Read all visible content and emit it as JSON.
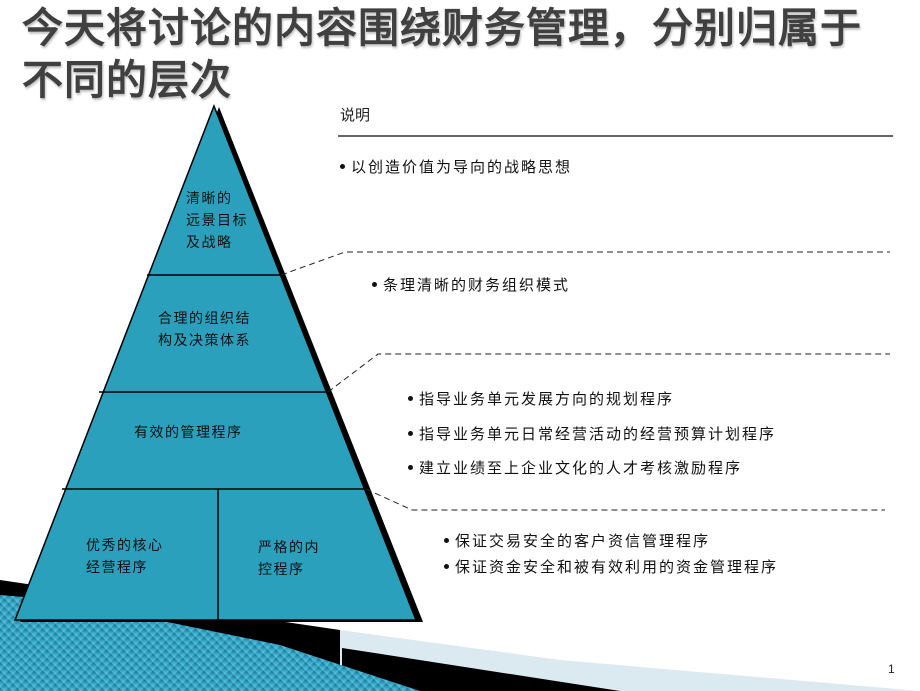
{
  "title": "今天将讨论的内容围绕财务管理，分别归属于不同的层次",
  "description_header": "说明",
  "colors": {
    "pyramid_fill": "#2aa0bd",
    "pyramid_stroke": "#000000",
    "title_text": "#404040",
    "deco_dark": "#0e6d86",
    "deco_light": "#dbe9f1"
  },
  "pyramid": {
    "levels": [
      {
        "id": "vision",
        "label_lines": [
          "清晰的",
          "远景目标",
          "及战略"
        ]
      },
      {
        "id": "organization",
        "label_lines": [
          "合理的组织结",
          "构及决策体系"
        ]
      },
      {
        "id": "management",
        "label_lines": [
          "有效的管理程序"
        ]
      },
      {
        "id": "core-operations",
        "label_lines": [
          "优秀的核心",
          "经营程序"
        ]
      },
      {
        "id": "internal-control",
        "label_lines": [
          "严格的内",
          "控程序"
        ]
      }
    ]
  },
  "descriptions": [
    {
      "group": "vision",
      "items": [
        "以创造价值为导向的战略思想"
      ]
    },
    {
      "group": "organization",
      "items": [
        "条理清晰的财务组织模式"
      ]
    },
    {
      "group": "management",
      "items": [
        "指导业务单元发展方向的规划程序",
        "指导业务单元日常经营活动的经营预算计划程序",
        "建立业绩至上企业文化的人才考核激励程序"
      ]
    },
    {
      "group": "base",
      "items": [
        "保证交易安全的客户资信管理程序",
        "保证资金安全和被有效利用的资金管理程序"
      ]
    }
  ],
  "page_number": "1"
}
